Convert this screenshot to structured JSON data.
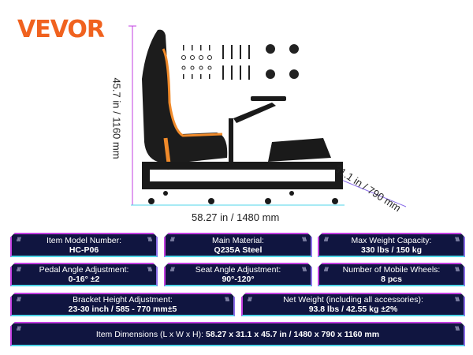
{
  "brand": "VEVOR",
  "dimensions": {
    "height": "45.7 in / 1160 mm",
    "length": "58.27 in / 1480 mm",
    "width": "31.1 in / 790 mm"
  },
  "colors": {
    "accent": "#f0621f",
    "box_bg": "#101540",
    "box_border": "#c23ee0",
    "box_border_bottom": "#4fd6e8"
  },
  "specs": [
    {
      "label": "Item Model Number:",
      "value": "HC-P06"
    },
    {
      "label": "Main Material:",
      "value": "Q235A Steel"
    },
    {
      "label": "Max Weight Capacity:",
      "value": "330 lbs / 150 kg"
    },
    {
      "label": "Pedal Angle Adjustment:",
      "value": "0-16° ±2"
    },
    {
      "label": "Seat Angle Adjustment:",
      "value": "90°-120°"
    },
    {
      "label": "Number of Mobile Wheels:",
      "value": "8 pcs"
    },
    {
      "label": "Bracket Height Adjustment:",
      "value": "23-30 inch / 585 - 770 mm±5"
    },
    {
      "label": "Net Weight (including all accessories):",
      "value": "93.8 lbs / 42.55 kg ±2%"
    },
    {
      "label": "Item Dimensions (L x W x H):",
      "value": "58.27 x 31.1 x 45.7 in / 1480 x 790 x 1160 mm"
    }
  ]
}
